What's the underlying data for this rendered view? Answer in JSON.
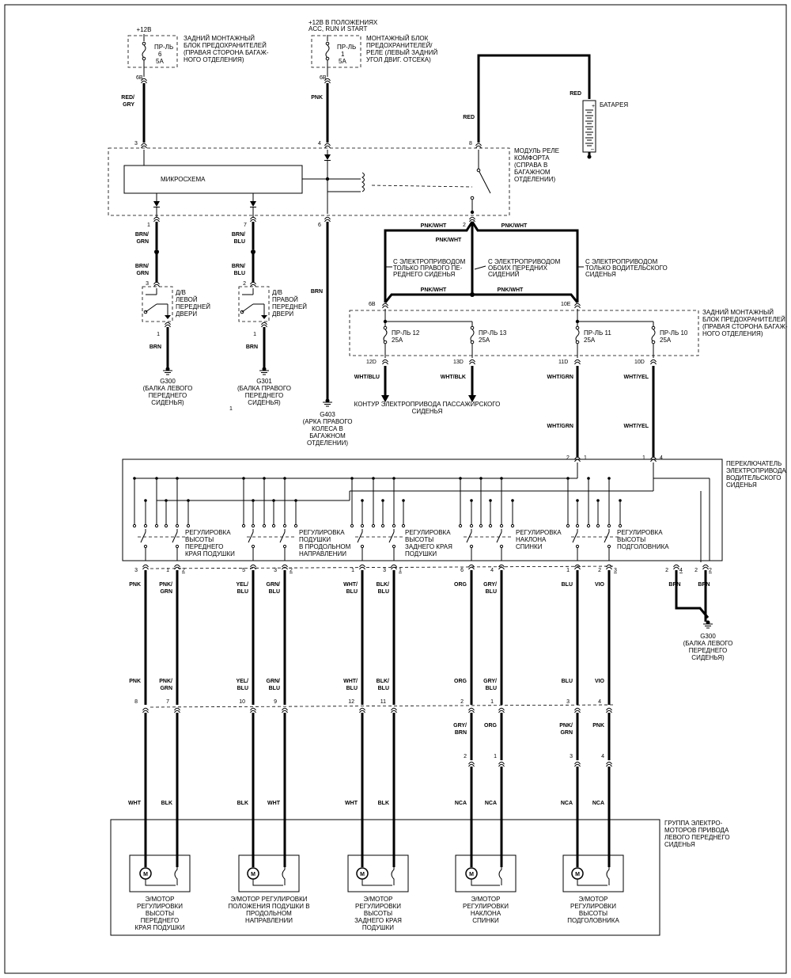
{
  "fuses": {
    "rear_top": {
      "supply": "+12В",
      "text": [
        "ЗАДНИЙ МОНТАЖНЫЙ",
        "БЛОК ПРЕДОХРАНИТЕЛЕЙ",
        "(ПРАВАЯ СТОРОНА БАГАЖ-",
        "НОГО ОТДЕЛЕНИЯ)"
      ],
      "name": "ПР-ЛЬ",
      "num": "6",
      "amp": "5A",
      "pin": "6B"
    },
    "front_top": {
      "supply": [
        "+12В В ПОЛОЖЕНИЯХ",
        "ACC, RUN И START"
      ],
      "text": [
        "МОНТАЖНЫЙ БЛОК",
        "ПРЕДОХРАНИТЕЛЕЙ/",
        "РЕЛЕ (ЛЕВЫЙ ЗАДНИЙ",
        "УГОЛ ДВИГ. ОТСЕКА)"
      ],
      "name": "ПР-ЛЬ",
      "num": "1",
      "amp": "5A",
      "pin": "6B"
    }
  },
  "battery": {
    "wire": "RED",
    "label": "БАТАРЕЯ",
    "plus": "+",
    "minus": "–"
  },
  "comfort_module": {
    "title": [
      "МОДУЛЬ РЕЛЕ",
      "КОМФОРТА",
      "(СПРАВА В",
      "БАГАЖНОМ",
      "ОТДЕЛЕНИИ)"
    ],
    "chip": "МИКРОСХЕМА",
    "pins_top": [
      "3",
      "4",
      "8"
    ],
    "pins_bottom": [
      "1",
      "7",
      "6",
      "2"
    ]
  },
  "wires": {
    "red_gry": [
      "RED/",
      "GRY"
    ],
    "pnk": "PNK",
    "red": "RED",
    "brn_grn": [
      "BRN/",
      "GRN"
    ],
    "brn_blu": [
      "BRN/",
      "BLU"
    ],
    "brn": "BRN",
    "pnk_wht": "PNK/WHT",
    "wht_blu": "WHT/BLU",
    "wht_blk": "WHT/BLK",
    "wht_grn": "WHT/GRN",
    "wht_yel": "WHT/YEL"
  },
  "door_switches": {
    "left": {
      "pin_top": "3",
      "pin_bottom": "1",
      "text": [
        "Д/В",
        "ЛЕВОЙ",
        "ПЕРЕДНЕЙ",
        "ДВЕРИ"
      ]
    },
    "right": {
      "pin_top": "2",
      "pin_bottom": "1",
      "text": [
        "Д/В",
        "ПРАВОЙ",
        "ПЕРЕДНЕЙ",
        "ДВЕРИ"
      ]
    }
  },
  "grounds": {
    "g300a": [
      "G300",
      "(БАЛКА ЛЕВОГО",
      "ПЕРЕДНЕГО",
      "СИДЕНЬЯ)"
    ],
    "g301": [
      "G301",
      "(БАЛКА ПРАВОГО",
      "ПЕРЕДНЕГО",
      "СИДЕНЬЯ)"
    ],
    "g403": [
      "G403",
      "(АРКА ПРАВОГО",
      "КОЛЕСА В",
      "БАГАЖНОМ",
      "ОТДЕЛЕНИИ)"
    ],
    "g300b": [
      "G300",
      "(БАЛКА ЛЕВОГО",
      "ПЕРЕДНЕГО",
      "СИДЕНЬЯ)"
    ],
    "stray": "1"
  },
  "options": {
    "right_only": [
      "С ЭЛЕКТРОПРИВОДОМ",
      "ТОЛЬКО ПРАВОГО ПЕ-",
      "РЕДНЕГО СИДЕНЬЯ"
    ],
    "both": [
      "С ЭЛЕКТРОПРИВОДОМ",
      "ОБОИХ ПЕРЕДНИХ",
      "СИДЕНИЙ"
    ],
    "driver_only": [
      "С ЭЛЕКТРОПРИВОДОМ",
      "ТОЛЬКО ВОДИТЕЛЬСКОГО",
      "СИДЕНЬЯ"
    ]
  },
  "rear_block": {
    "text": [
      "ЗАДНИЙ МОНТАЖНЫЙ",
      "БЛОК ПРЕДОХРАНИТЕЛЕЙ",
      "(ПРАВАЯ СТОРОНА БАГАЖ-",
      "НОГО ОТДЕЛЕНИЯ)"
    ],
    "in_pins": [
      "6B",
      "10E"
    ],
    "fuses": [
      {
        "name": "ПР-ЛЬ 12",
        "amp": "25A",
        "pin": "12D"
      },
      {
        "name": "ПР-ЛЬ 13",
        "amp": "25A",
        "pin": "13D"
      },
      {
        "name": "ПР-ЛЬ 11",
        "amp": "25A",
        "pin": "11D"
      },
      {
        "name": "ПР-ЛЬ 10",
        "amp": "25A",
        "pin": "10D"
      }
    ]
  },
  "passenger_circuit": [
    "КОНТУР ЭЛЕКТРОПРИВОДА ПАССАЖИРСКОГО",
    "СИДЕНЬЯ"
  ],
  "seat_switch": {
    "title": [
      "ПЕРЕКЛЮЧАТЕЛЬ",
      "ЭЛЕКТРОПРИВОДА",
      "ВОДИТЕЛЬСКОГО",
      "СИДЕНЬЯ"
    ],
    "in_pins": [
      [
        "2",
        "1"
      ],
      [
        "1",
        "4"
      ]
    ],
    "sections": [
      [
        "РЕГУЛИРОВКА",
        "ВЫСОТЫ",
        "ПЕРЕДНЕГО",
        "КРАЯ ПОДУШКИ"
      ],
      [
        "РЕГУЛИРОВКА",
        "ПОДУШКИ",
        "В ПРОДОЛЬНОМ",
        "НАПРАВЛЕНИИ"
      ],
      [
        "РЕГУЛИРОВКА",
        "ВЫСОТЫ",
        "ЗАДНЕГО КРАЯ",
        "ПОДУШКИ"
      ],
      [
        "РЕГУЛИРОВКА",
        "НАКЛОНА",
        "СПИНКИ"
      ],
      [
        "РЕГУЛИРОВКА",
        "ВЫСОТЫ",
        "ПОДГОЛОВНИКА"
      ]
    ]
  },
  "outputs": [
    {
      "sp": "3",
      "sc": "",
      "w1": [
        "PNK"
      ],
      "cp": "8",
      "w2": [
        "WHT"
      ]
    },
    {
      "sp": "1",
      "sc": "2",
      "w1": [
        "PNK/",
        "GRN"
      ],
      "cp": "7",
      "w2": [
        "BLK"
      ]
    },
    {
      "sp": "5",
      "sc": "",
      "w1": [
        "YEL/",
        "BLU"
      ],
      "cp": "10",
      "w2": [
        "BLK"
      ]
    },
    {
      "sp": "3",
      "sc": "2",
      "w1": [
        "GRN/",
        "BLU"
      ],
      "cp": "9",
      "w2": [
        "WHT"
      ]
    },
    {
      "sp": "1",
      "sc": "",
      "w1": [
        "WHT/",
        "BLU"
      ],
      "cp": "12",
      "w2": [
        "WHT"
      ]
    },
    {
      "sp": "3",
      "sc": "1",
      "w1": [
        "BLK/",
        "BLU"
      ],
      "cp": "11",
      "w2": [
        "BLK"
      ]
    },
    {
      "sp": "6",
      "sc": "",
      "w1": [
        "ORG"
      ],
      "cp": "2",
      "w2": [
        "NCA"
      ],
      "xw": [
        "GRY/",
        "BRN"
      ],
      "xp": "2"
    },
    {
      "sp": "4",
      "sc": "",
      "w1": [
        "GRY/",
        "BLU"
      ],
      "cp": "1",
      "w2": [
        "NCA"
      ],
      "xw": [
        "ORG"
      ],
      "xp": "1"
    },
    {
      "sp": "1",
      "sc": "",
      "w1": [
        "BLU"
      ],
      "cp": "3",
      "w2": [
        "NCA"
      ],
      "xw": [
        "PNK/",
        "GRN"
      ],
      "xp": "3"
    },
    {
      "sp": "2",
      "sc": "3",
      "w1": [
        "VIO"
      ],
      "cp": "4",
      "w2": [
        "NCA"
      ],
      "xw": [
        "PNK"
      ],
      "xp": "4"
    }
  ],
  "ground_pins": {
    "p1": "2",
    "c1": "4",
    "p2": "2",
    "c2": "2",
    "w": "BRN"
  },
  "motor_group": {
    "title": [
      "ГРУППА ЭЛЕКТРО-",
      "МОТОРОВ ПРИВОДА",
      "ЛЕВОГО ПЕРЕДНЕГО",
      "СИДЕНЬЯ"
    ],
    "motor_symbol": "M",
    "motors": [
      [
        "Э/МОТОР",
        "РЕГУЛИРОВКИ",
        "ВЫСОТЫ",
        "ПЕРЕДНЕГО",
        "КРАЯ ПОДУШКИ"
      ],
      [
        "Э/МОТОР РЕГУЛИРОВКИ",
        "ПОЛОЖЕНИЯ ПОДУШКИ В",
        "ПРОДОЛЬНОМ",
        "НАПРАВЛЕНИИ"
      ],
      [
        "Э/МОТОР",
        "РЕГУЛИРОВКИ",
        "ВЫСОТЫ",
        "ЗАДНЕГО КРАЯ",
        "ПОДУШКИ"
      ],
      [
        "Э/МОТОР",
        "РЕГУЛИРОВКИ",
        "НАКЛОНА",
        "СПИНКИ"
      ],
      [
        "Э/МОТОР",
        "РЕГУЛИРОВКИ",
        "ВЫСОТЫ",
        "ПОДГОЛОВНИКА"
      ]
    ]
  }
}
